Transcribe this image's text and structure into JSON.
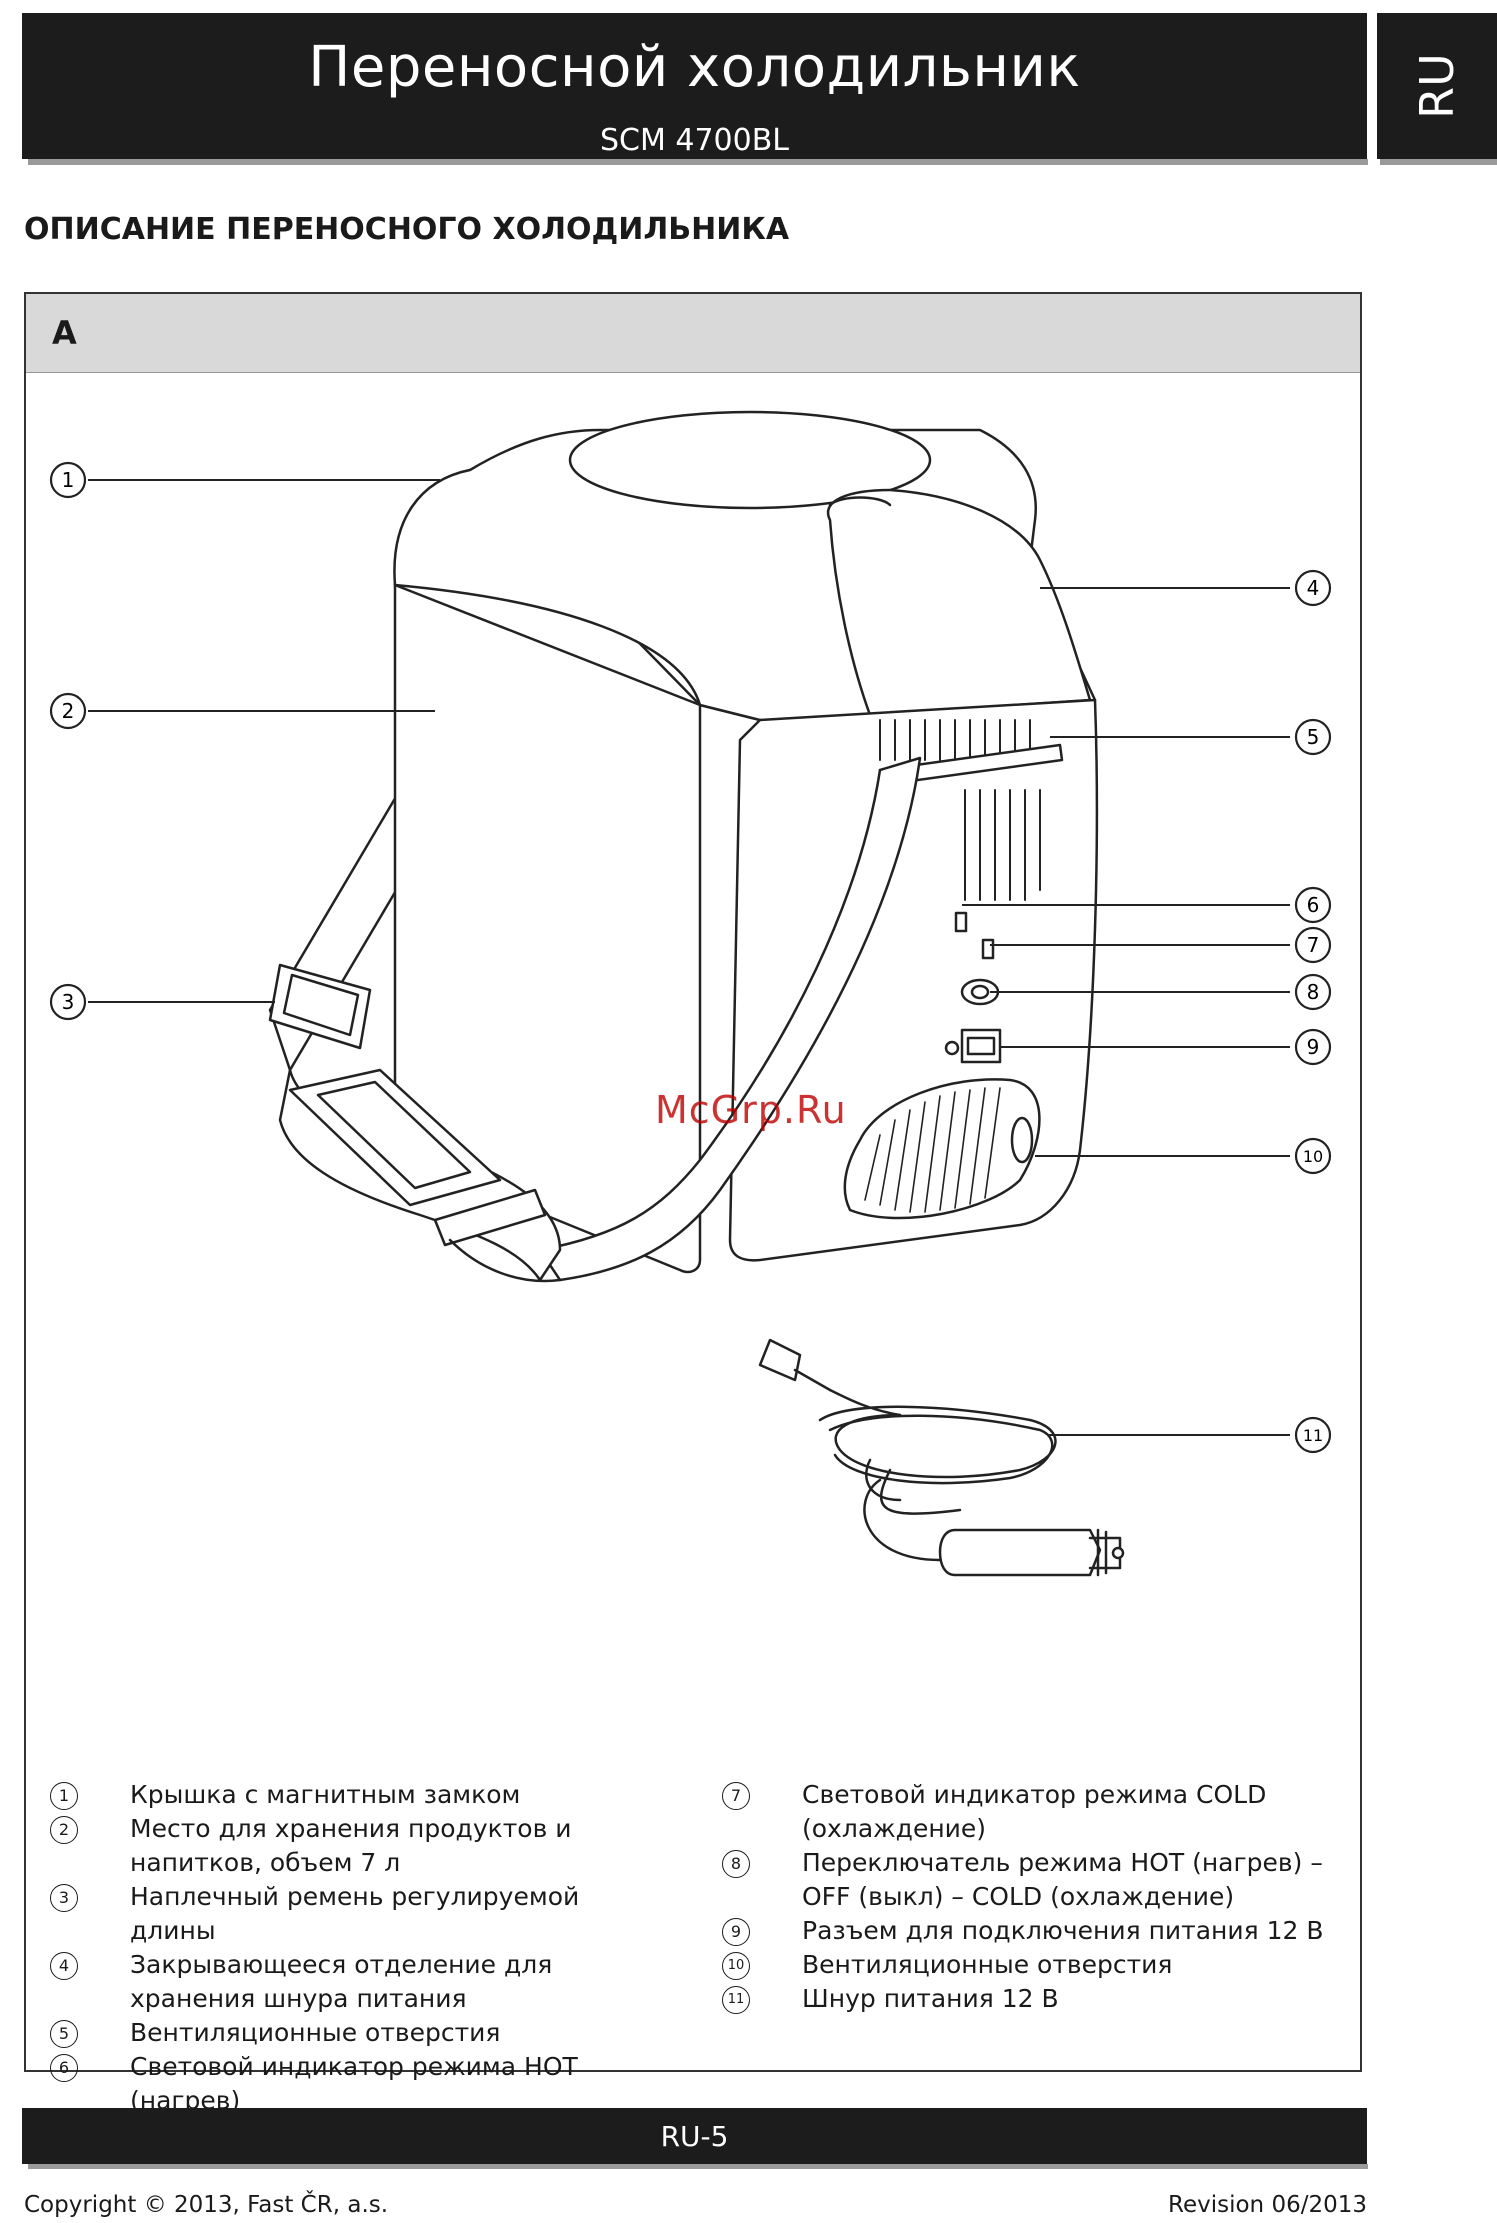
{
  "header": {
    "title": "Переносной холодильник",
    "model": "SCM 4700BL",
    "lang_tab": "RU"
  },
  "section": {
    "heading": "ОПИСАНИЕ ПЕРЕНОСНОГО ХОЛОДИЛЬНИКА"
  },
  "figure": {
    "label": "A",
    "callouts": [
      "1",
      "2",
      "3",
      "4",
      "5",
      "6",
      "7",
      "8",
      "9",
      "10",
      "11"
    ]
  },
  "watermark": "McGrp.Ru",
  "legend": {
    "left": [
      {
        "num": "1",
        "text": "Крышка с магнитным замком"
      },
      {
        "num": "2",
        "text": "Место для хранения продуктов и напитков, объем 7 л"
      },
      {
        "num": "3",
        "text": "Наплечный ремень регулируемой длины"
      },
      {
        "num": "4",
        "text": "Закрывающееся отделение для хранения шнура питания"
      },
      {
        "num": "5",
        "text": "Вентиляционные отверстия"
      },
      {
        "num": "6",
        "text": "Световой индикатор режима HOT (нагрев)"
      }
    ],
    "right": [
      {
        "num": "7",
        "text": "Световой индикатор режима COLD (охлаждение)"
      },
      {
        "num": "8",
        "text": "Переключатель режима HOT (нагрев) – OFF (выкл) – COLD (охлаждение)"
      },
      {
        "num": "9",
        "text": "Разъем для подключения питания 12 В"
      },
      {
        "num": "10",
        "text": "Вентиляционные отверстия"
      },
      {
        "num": "11",
        "text": "Шнур питания 12 В"
      }
    ]
  },
  "footer": {
    "page": "RU-5",
    "copyright": "Copyright © 2013, Fast ČR, a.s.",
    "revision": "Revision 06/2013"
  }
}
